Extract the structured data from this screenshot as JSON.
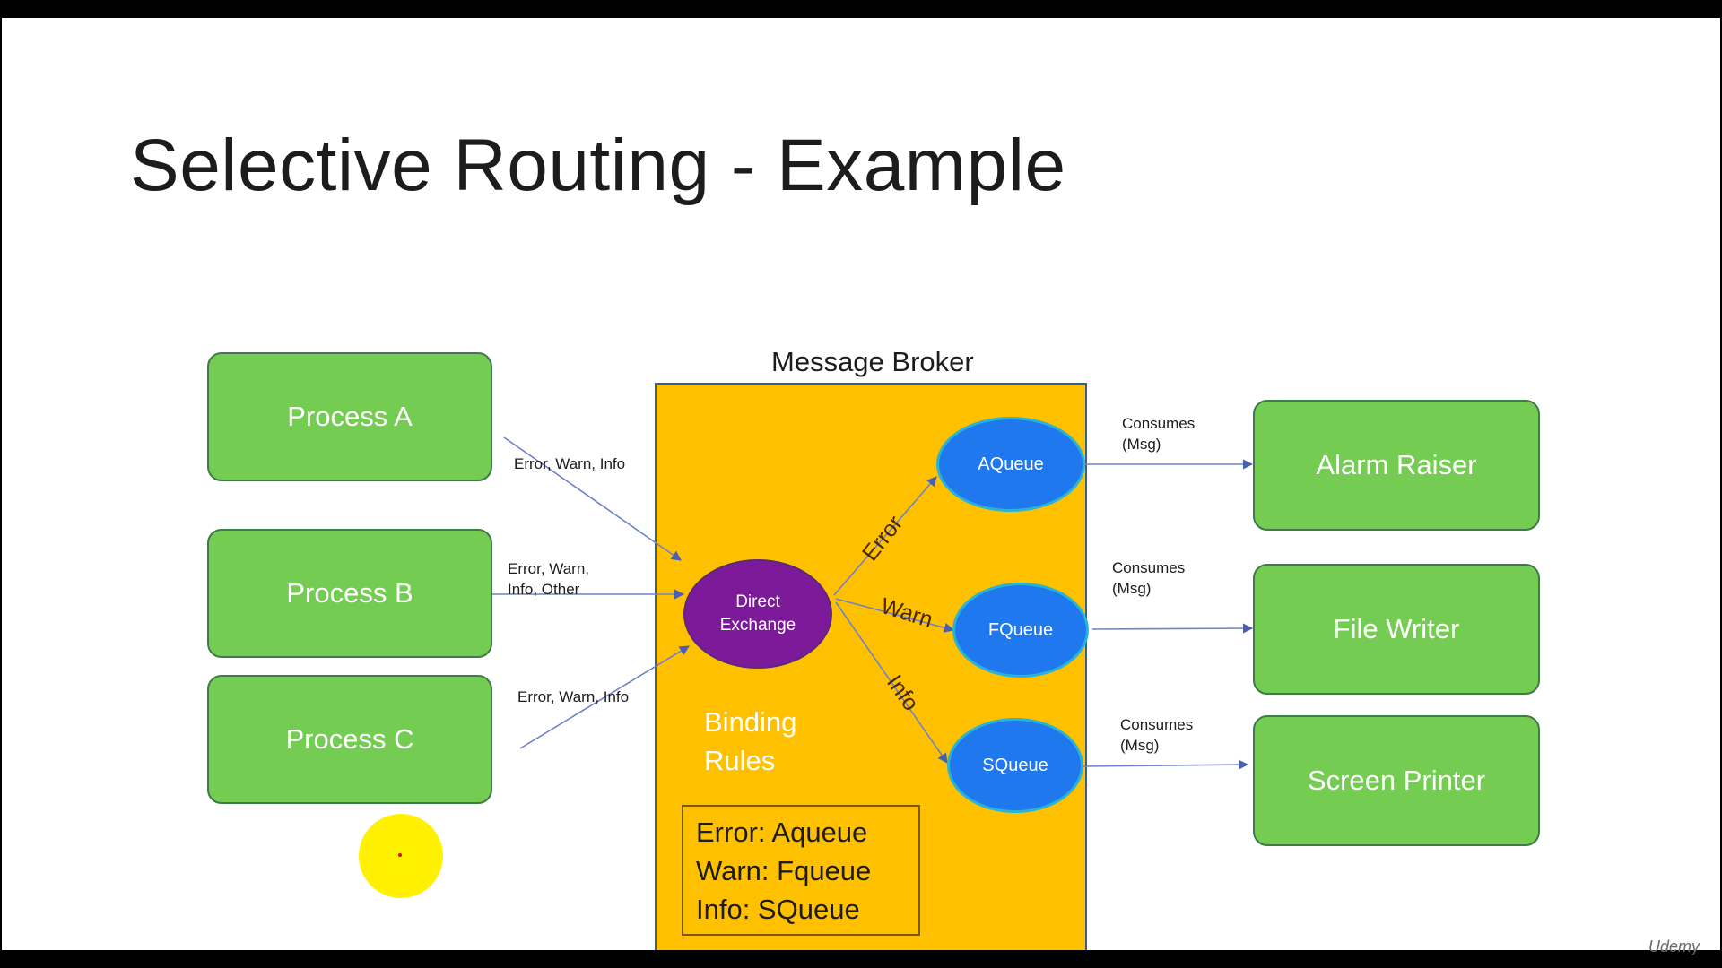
{
  "title": "Selective Routing - Example",
  "broker": {
    "label": "Message Broker",
    "exchange": {
      "line1": "Direct",
      "line2": "Exchange"
    },
    "binding_title": {
      "line1": "Binding",
      "line2": "Rules"
    },
    "rules": [
      "Error: Aqueue",
      "Warn: Fqueue",
      "Info: SQueue"
    ],
    "routes": {
      "error": "Error",
      "warn": "Warn",
      "info": "Info"
    },
    "queues": {
      "a": "AQueue",
      "f": "FQueue",
      "s": "SQueue"
    }
  },
  "producers": {
    "a": {
      "name": "Process A",
      "messages": "Error, Warn, Info"
    },
    "b": {
      "name": "Process B",
      "messages_line1": "Error, Warn,",
      "messages_line2": "Info, Other"
    },
    "c": {
      "name": "Process C",
      "messages": "Error, Warn, Info"
    }
  },
  "consumers": {
    "alarm": {
      "name": "Alarm Raiser"
    },
    "file": {
      "name": "File Writer"
    },
    "screen": {
      "name": "Screen Printer"
    },
    "consumes_line1": "Consumes",
    "consumes_line2": "(Msg)"
  },
  "colors": {
    "process_green": "#74cc52",
    "broker_orange": "#ffc000",
    "exchange_purple": "#7d1a9a",
    "queue_blue": "#1f78ee",
    "arrow": "#5a6fbf",
    "pointer_yellow": "#fff000"
  },
  "watermark": "Udemy"
}
